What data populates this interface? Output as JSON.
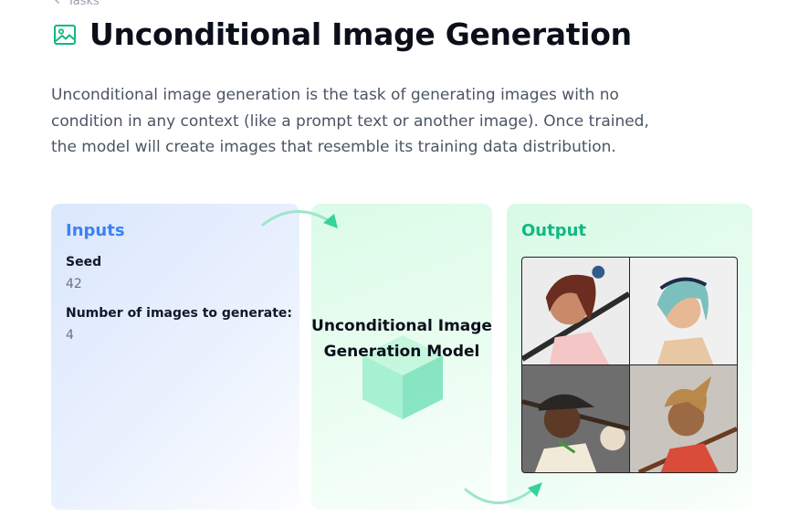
{
  "breadcrumb": {
    "label": "Tasks"
  },
  "page": {
    "title": "Unconditional Image Generation",
    "description": "Unconditional image generation is the task of generating images with no condition in any context (like a prompt text or another image). Once trained, the model will create images that resemble its training data distribution."
  },
  "inputs": {
    "heading": "Inputs",
    "seed_label": "Seed",
    "seed_value": "42",
    "num_images_label": "Number of images to generate:",
    "num_images_value": "4"
  },
  "model": {
    "label": "Unconditional Image Generation Model"
  },
  "output": {
    "heading": "Output",
    "images": [
      "anime-character-1",
      "anime-character-2",
      "anime-character-3",
      "anime-character-4"
    ]
  },
  "colors": {
    "inputs_accent": "#3b82f6",
    "output_accent": "#10b981",
    "title_icon": "#10b981"
  },
  "icons": {
    "breadcrumb": "chevron-left-icon",
    "title": "image-icon"
  }
}
